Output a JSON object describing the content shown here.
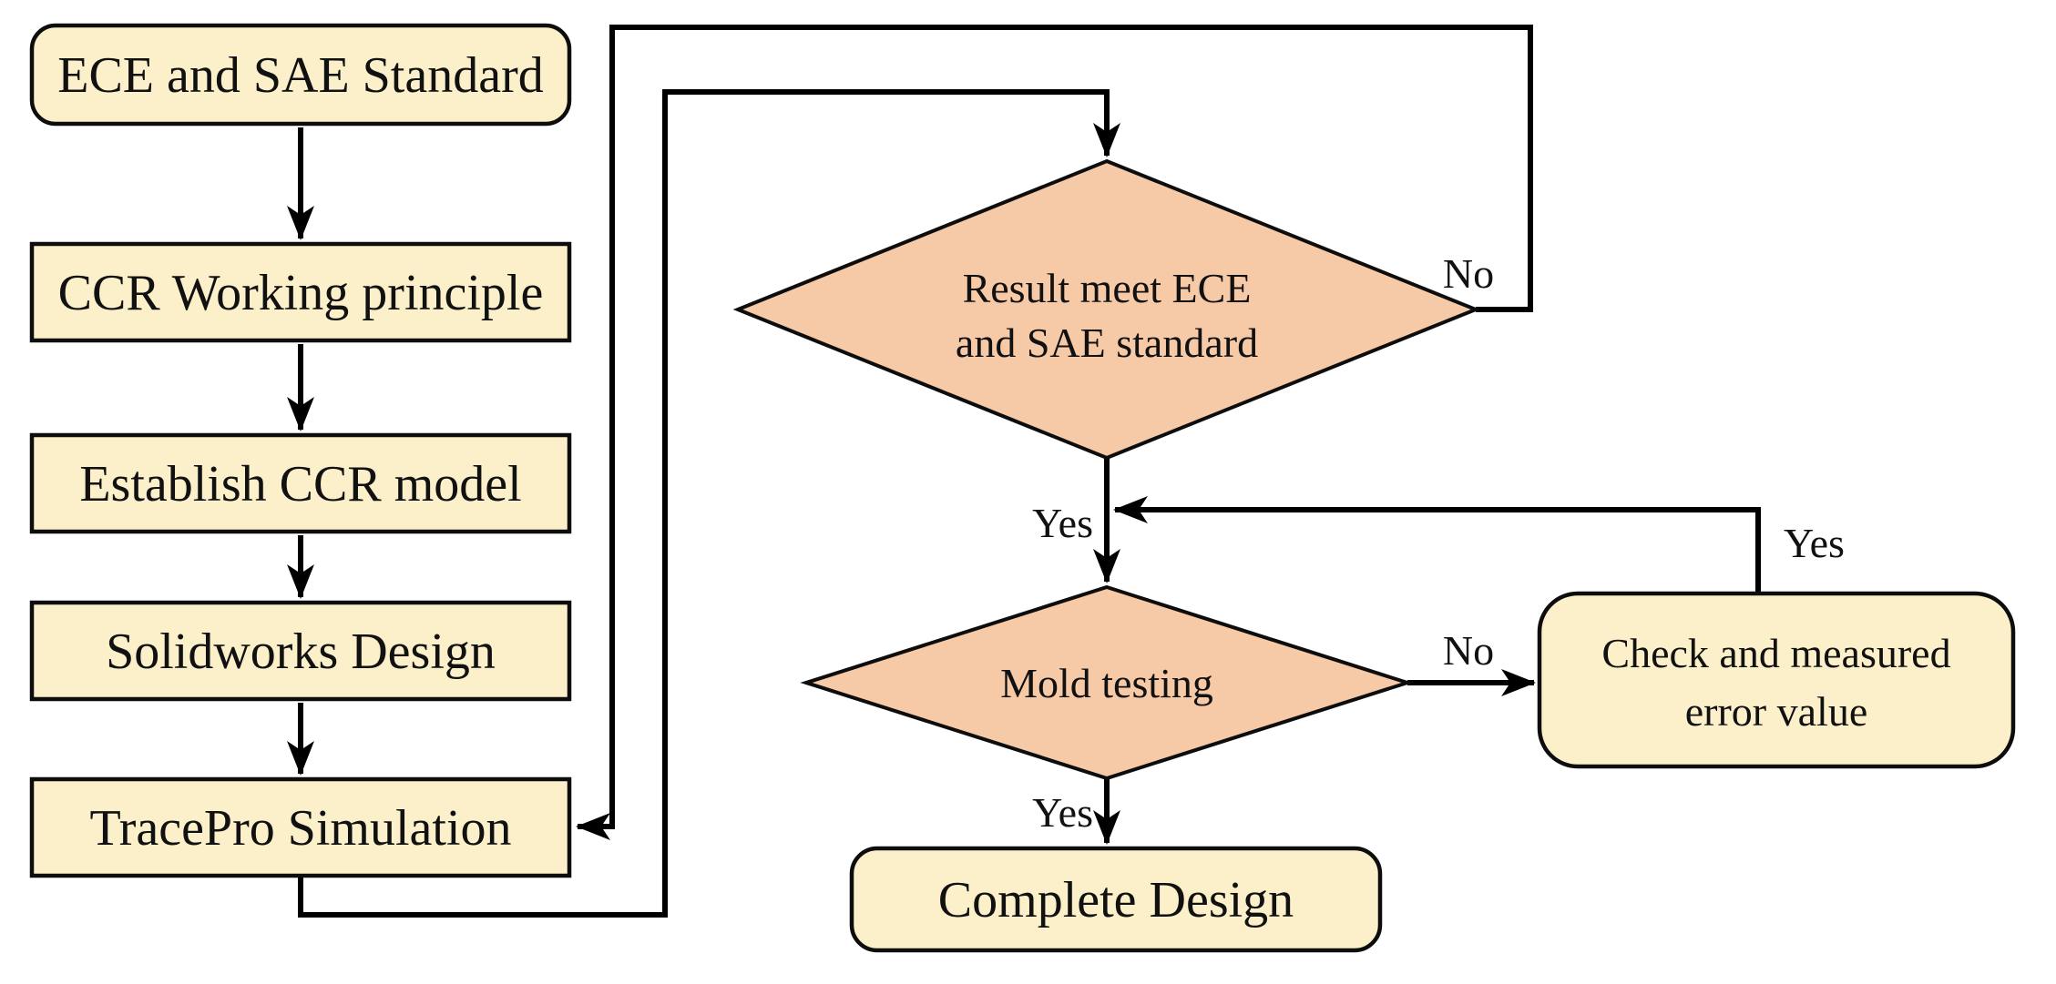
{
  "diagram": {
    "colors": {
      "process_fill": "#FBF0C9",
      "decision_fill": "#F6C9A7",
      "outline": "#0D0D0D",
      "line": "#000000",
      "background": "#FFFFFF"
    },
    "nodes": {
      "ece_sae": {
        "label": "ECE and SAE Standard"
      },
      "ccr_working": {
        "label": "CCR Working principle"
      },
      "establish_ccr": {
        "label": "Establish CCR model"
      },
      "solidworks": {
        "label": "Solidworks Design"
      },
      "tracepro": {
        "label": "TracePro Simulation"
      },
      "result_decision": {
        "line1": "Result meet ECE",
        "line2": "and SAE standard"
      },
      "mold_decision": {
        "label": "Mold testing"
      },
      "check_error": {
        "line1": "Check and measured",
        "line2": "error value"
      },
      "complete": {
        "label": "Complete Design"
      }
    },
    "edge_labels": {
      "result_no": "No",
      "result_yes": "Yes",
      "mold_no": "No",
      "mold_yes": "Yes",
      "check_return_yes": "Yes"
    }
  }
}
